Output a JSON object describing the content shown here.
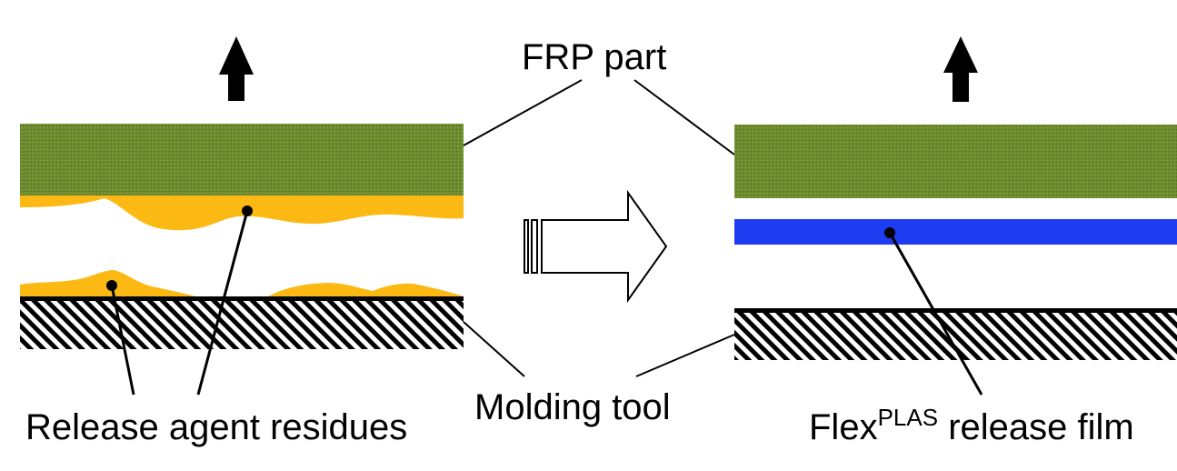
{
  "labels": {
    "frp_part": "FRP part",
    "molding_tool": "Molding tool",
    "release_agent_residues": "Release agent residues",
    "release_film_brand": "Flex",
    "release_film_brand_sup": "PLAS",
    "release_film_rest": " release film"
  },
  "colors": {
    "frp_part": "#6b8a2e",
    "release_agent": "#fdb913",
    "release_film": "#1f3df0",
    "tool_hatch": "#000000"
  },
  "icons": {
    "up_arrow": "demold-up-arrow-icon",
    "process_arrow": "transition-right-arrow-icon"
  }
}
